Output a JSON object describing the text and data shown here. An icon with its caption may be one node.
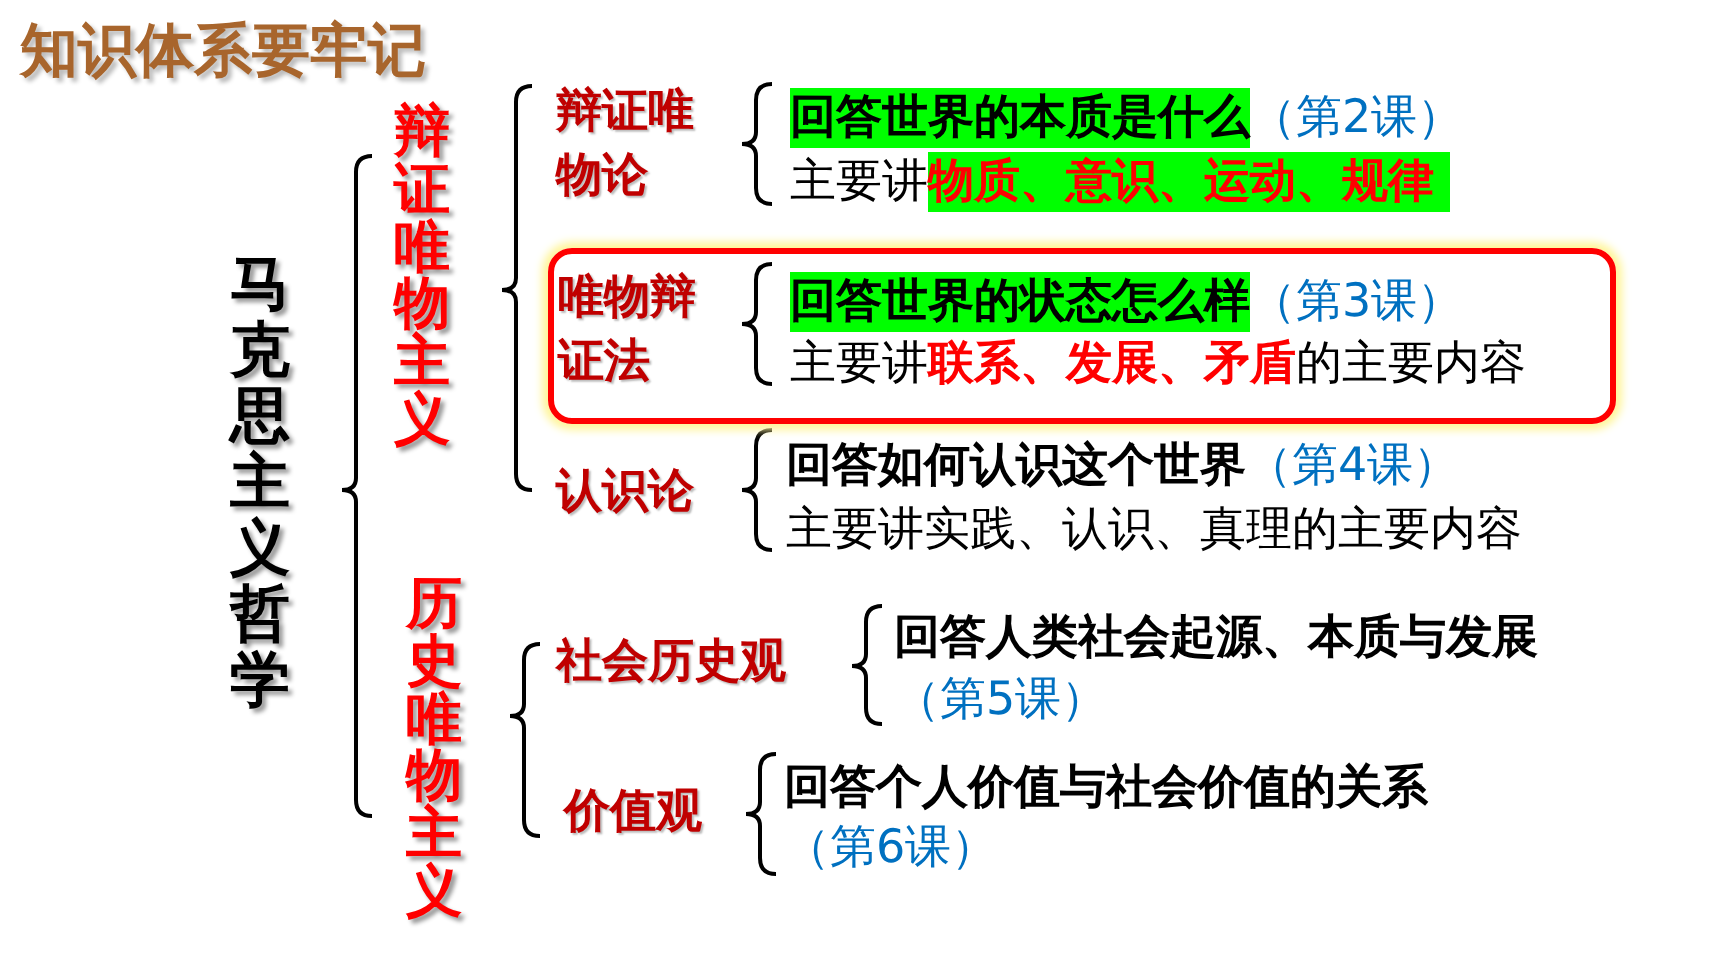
{
  "diagram": {
    "nodes": [
      {
        "text": [
          "唯物辩证法",
          "回答世界的状态怎么样",
          "（第3课）",
          "主要讲",
          "联系、发展、矛盾",
          "的主要内容"
        ]
      }
    ],
    "labels": [
      "知识体系要牢记",
      "马克思主义哲学",
      "辩证唯物主义",
      "辩证唯物论",
      "回答世界的本质是什么",
      "（第2课）",
      "主要讲",
      "物质、意识、运动、规律",
      "认识论",
      "回答如何认识这个世界",
      "（第4课）",
      "主要讲实践、认识、真理的主要内容",
      "历史唯物主义",
      "社会历史观",
      "回答人类社会起源、本质与发展",
      "（第5课）",
      "价值观",
      "回答个人价值与社会价值的关系",
      "（第6课）"
    ]
  }
}
